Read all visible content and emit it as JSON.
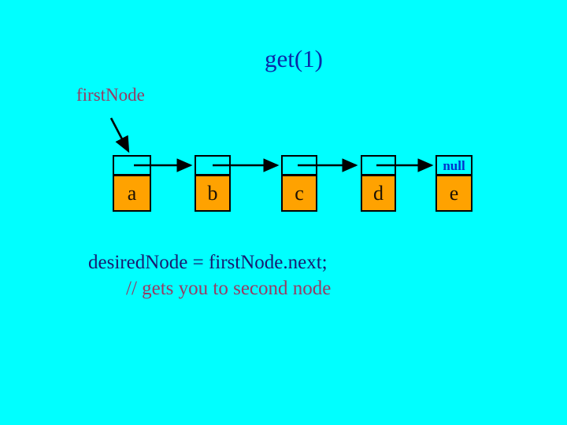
{
  "slide": {
    "title": "get(1)",
    "pointer_label": "firstNode",
    "code_line1": "desiredNode = firstNode.next;",
    "code_line2": "// gets you to second node"
  },
  "linked_list": {
    "nodes": [
      "a",
      "b",
      "c",
      "d",
      "e"
    ],
    "null_label": "null"
  },
  "colors": {
    "background": "#00ffff",
    "node_fill": "#ffa200",
    "line": "#000000",
    "title_text": "#0a2aa8",
    "null_text": "#0233cc",
    "code_text": "#181a70",
    "comment_text": "#963c64"
  }
}
